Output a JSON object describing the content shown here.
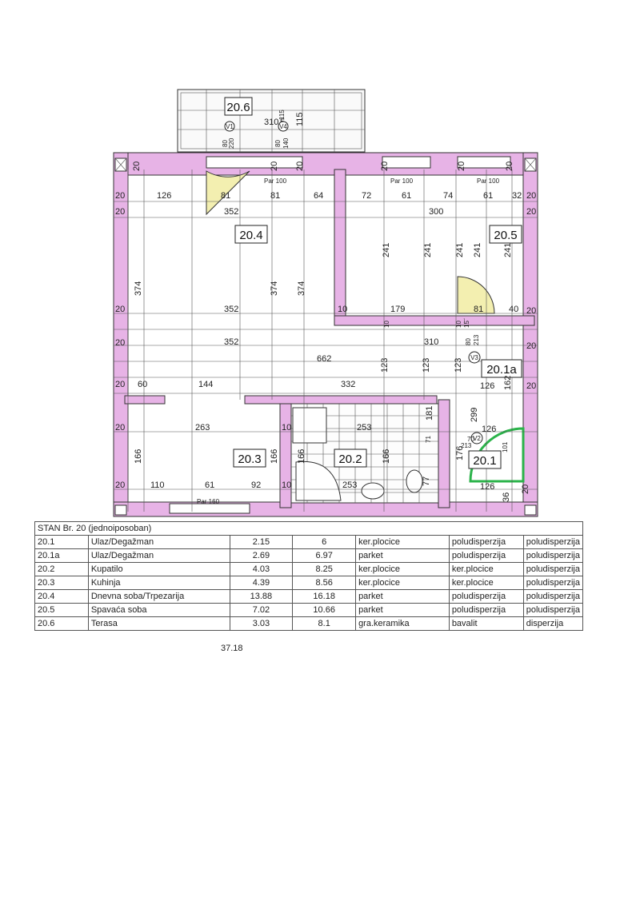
{
  "rooms": {
    "r20_6": "20.6",
    "r20_4": "20.4",
    "r20_5": "20.5",
    "r20_1a": "20.1a",
    "r20_3": "20.3",
    "r20_2": "20.2",
    "r20_1": "20.1"
  },
  "markers": {
    "v1": "V1",
    "v2": "V2",
    "v3": "V3",
    "v4": "V4"
  },
  "windows": {
    "par100_a": "Par 100",
    "par100_b": "Par 100",
    "par100_c": "Par 100",
    "par160": "Par 160"
  },
  "dimensions": {
    "terrace_310": "310",
    "terrace_5": "5",
    "terrace_115": "115",
    "terrace_115b": "115",
    "terrace_80": "80",
    "terrace_220": "220",
    "terrace_80b": "80",
    "terrace_140": "140",
    "top_20a": "20",
    "top_20b": "20",
    "top_20c": "20",
    "top_20d": "20",
    "top_20e": "20",
    "top_20f": "20",
    "l_20a": "20",
    "l_20b": "20",
    "l_20c": "20",
    "l_20d": "20",
    "l_20e": "20",
    "l_20f": "20",
    "l_20g": "20",
    "r_20a": "20",
    "r_20b": "20",
    "r_20c": "20",
    "r_20d": "20",
    "r_20e": "20",
    "r_20f": "20",
    "d126": "126",
    "d81a": "81",
    "d81b": "81",
    "d64": "64",
    "d72": "72",
    "d61a": "61",
    "d74": "74",
    "d61b": "61",
    "d32": "32",
    "d352a": "352",
    "d300": "300",
    "d374a": "374",
    "d374b": "374",
    "d374c": "374",
    "d241a": "241",
    "d241b": "241",
    "d241c": "241",
    "d241d": "241",
    "d241e": "241",
    "d352b": "352",
    "d179": "179",
    "d81c": "81",
    "d40": "40",
    "d10a": "10",
    "d352c": "352",
    "d662": "662",
    "d310": "310",
    "d123a": "123",
    "d123b": "123",
    "d123c": "123",
    "d60": "60",
    "d144": "144",
    "d332": "332",
    "d126b": "126",
    "d162": "162",
    "d263": "263",
    "d10b": "10",
    "d253a": "253",
    "d181": "181",
    "d299": "299",
    "d126c": "126",
    "d71": "71",
    "d70": "70",
    "d213": "213",
    "d176": "176",
    "d166a": "166",
    "d166b": "166",
    "d166c": "166",
    "d166d": "166",
    "d110": "110",
    "d61c": "61",
    "d92": "92",
    "d10c": "10",
    "d253b": "253",
    "d77": "77",
    "d126d": "126",
    "d36": "36",
    "d101": "101",
    "d10d": "10",
    "d15": "15",
    "d213b": "213",
    "d80": "80",
    "d10e": "10"
  },
  "table": {
    "title": "STAN Br. 20 (jednoiposoban)",
    "rows": [
      {
        "id": "20.1",
        "name": "Ulaz/Degažman",
        "area": "2.15",
        "perim": "6",
        "floor": "ker.plocice",
        "walls": "poludisperzija",
        "ceiling": "poludisperzija"
      },
      {
        "id": "20.1a",
        "name": "Ulaz/Degažman",
        "area": "2.69",
        "perim": "6.97",
        "floor": "parket",
        "walls": "poludisperzija",
        "ceiling": "poludisperzija"
      },
      {
        "id": "20.2",
        "name": "Kupatilo",
        "area": "4.03",
        "perim": "8.25",
        "floor": "ker.plocice",
        "walls": "ker.plocice",
        "ceiling": "poludisperzija"
      },
      {
        "id": "20.3",
        "name": "Kuhinja",
        "area": "4.39",
        "perim": "8.56",
        "floor": "ker.plocice",
        "walls": "ker.plocice",
        "ceiling": "poludisperzija"
      },
      {
        "id": "20.4",
        "name": "Dnevna soba/Trpezarija",
        "area": "13.88",
        "perim": "16.18",
        "floor": "parket",
        "walls": "poludisperzija",
        "ceiling": "poludisperzija"
      },
      {
        "id": "20.5",
        "name": "Spavaća soba",
        "area": "7.02",
        "perim": "10.66",
        "floor": "parket",
        "walls": "poludisperzija",
        "ceiling": "poludisperzija"
      },
      {
        "id": "20.6",
        "name": "Terasa",
        "area": "3.03",
        "perim": "8.1",
        "floor": "gra.keramika",
        "walls": "bavalit",
        "ceiling": "disperzija"
      }
    ],
    "total": "37.18"
  },
  "colors": {
    "wall": "#e7b3e6",
    "door_swing": "#f3efb0",
    "entry_arc": "#2bb34a"
  }
}
